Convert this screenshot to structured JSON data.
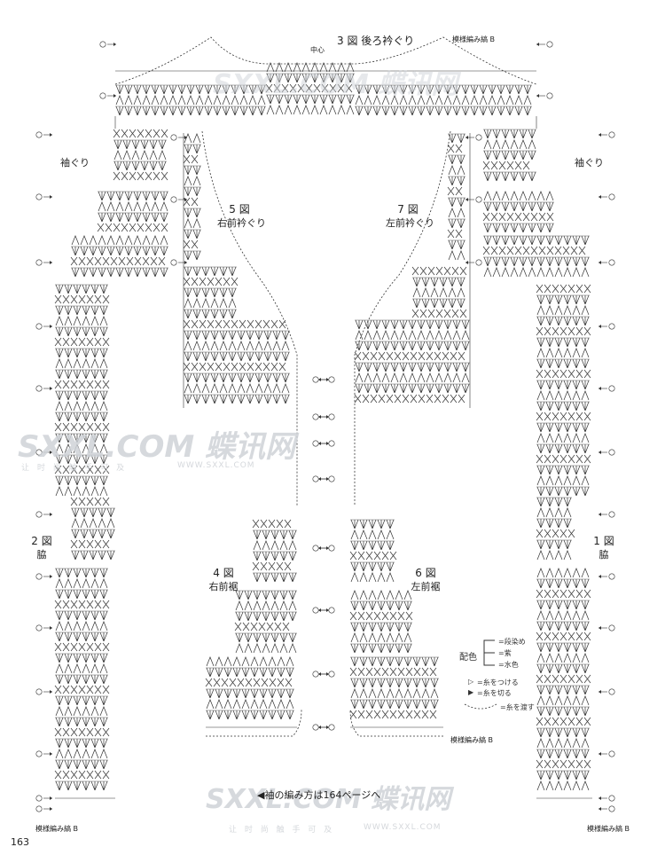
{
  "titles": {
    "back_neck": "3 図 後ろ衿ぐり",
    "center": "中心",
    "right_front_neck_num": "5 図",
    "right_front_neck": "右前衿ぐり",
    "left_front_neck_num": "7 図",
    "left_front_neck": "左前衿ぐり",
    "armhole_left": "袖ぐり",
    "armhole_right": "袖ぐり",
    "side_left_num": "2 図",
    "side_left": "脇",
    "side_right_num": "1 図",
    "side_right": "脇",
    "right_hem_num": "4 図",
    "right_hem": "右前裾",
    "left_hem_num": "6 図",
    "left_hem": "左前裾"
  },
  "pattern_labels": {
    "top_right": "模様編み縞 B",
    "bottom_center": "模様編み縞 B",
    "bottom_left": "模様編み縞 B",
    "bottom_right": "模様編み縞 B"
  },
  "legend": {
    "title": "配色",
    "color1": "=段染め",
    "color2": "=紫",
    "color3": "=水色",
    "join": "=糸をつける",
    "cut": "=糸を切る",
    "pass": "=糸を渡す"
  },
  "note": "◀袖の編み方は164ページへ",
  "page_number": "163",
  "watermark": {
    "brand": "SXXL.COM 蝶讯网",
    "url": "WWW.SXXL.COM",
    "slogan": "让 时 尚 触 手 可 及"
  },
  "colors": {
    "ink": "#333333",
    "watermark": "#cfd3d8"
  }
}
